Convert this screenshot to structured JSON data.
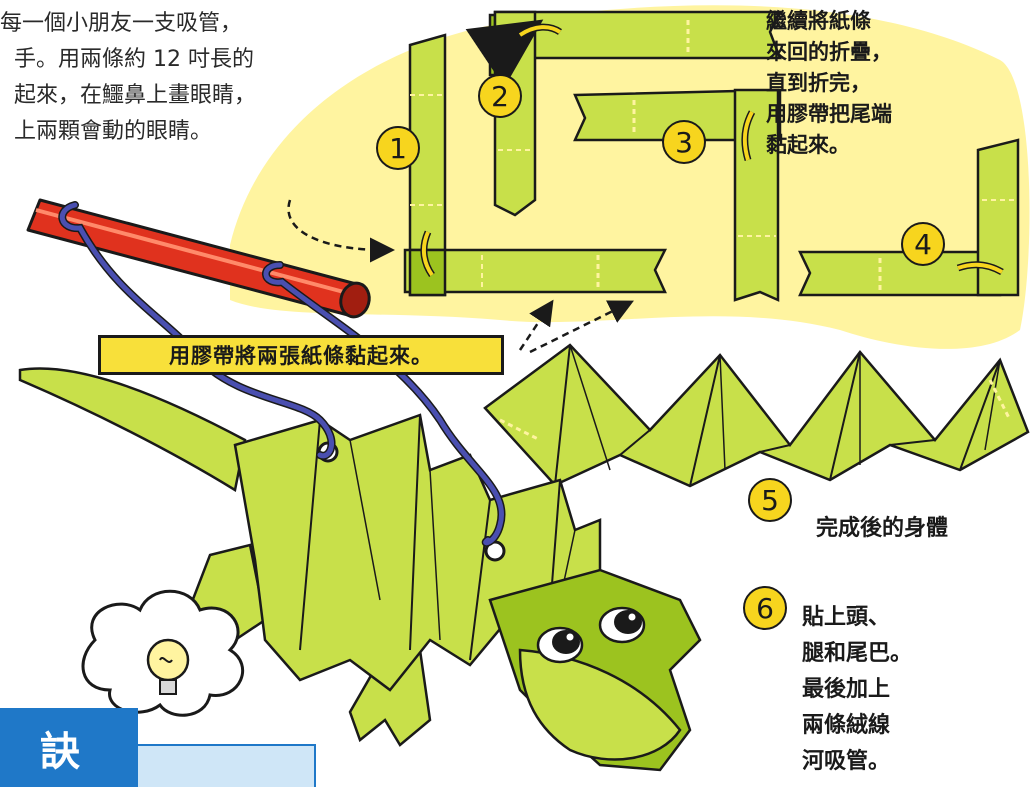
{
  "intro": {
    "lines": [
      "每一個小朋友一支吸管，",
      "手。用兩條約 12 吋長的",
      "起來，在鱷鼻上畫眼睛，",
      "上兩顆會動的眼睛。"
    ]
  },
  "top_right_note": {
    "lines": [
      "繼續將紙條",
      "來回的折疊，",
      "直到折完，",
      "用膠帶把尾端",
      "黏起來。"
    ]
  },
  "steps": {
    "s1": "1",
    "s2": "2",
    "s3": "3",
    "s4": "4",
    "s5": "5",
    "s6": "6"
  },
  "tape_banner": "用膠帶將兩張紙條黏起來。",
  "step5_caption": "完成後的身體",
  "step6_note": {
    "lines": [
      "貼上頭、",
      "腿和尾巴。",
      "最後加上",
      "兩條絨線",
      "河吸管。"
    ]
  },
  "tip_label": "訣",
  "colors": {
    "paper_green": "#c8e04a",
    "paper_dark": "#9cc31f",
    "highlight_yellow": "#fff4a0",
    "straw_red": "#e0321e",
    "yarn_blue": "#4a4fb0",
    "step_circle": "#f7d51e",
    "tip_blue": "#1f78c8"
  },
  "icons": {
    "tip_icon": "lightbulb-icon"
  }
}
